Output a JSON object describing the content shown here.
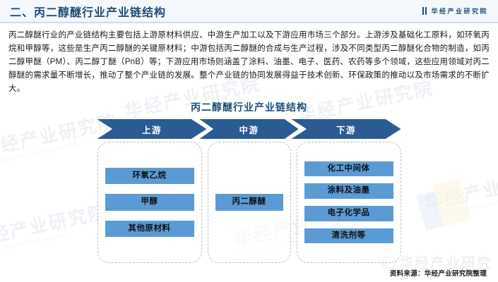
{
  "header": {
    "title": "二、丙二醇醚行业产业链结构",
    "brand": "华经产业研究院",
    "brand_icon": "bars-logo-icon"
  },
  "body": {
    "paragraph": "丙二醇醚行业的产业链结构主要包括上游原材料供应、中游生产加工以及下游应用市场三个部分。上游涉及基础化工原料，如环氧丙烷和甲醇等，这些是生产丙二醇醚的关键原材料；中游包括丙二醇醚的合成与生产过程，涉及不同类型丙二醇醚化合物的制造，如丙二醇甲醚（PM）、丙二醇丁醚（PnB）等；下游应用市场则涵盖了涂料、油墨、电子、医药、农药等多个领域，这些应用领域对丙二醇醚的需求量不断增长，推动了整个产业链的发展。整个产业链的协同发展得益于技术创新、环保政策的推动以及市场需求的不断扩大。"
  },
  "chart_data": {
    "type": "diagram",
    "title": "丙二醇醚行业产业链结构",
    "stages": [
      {
        "label": "上游",
        "nodes": [
          "环氧乙烷",
          "甲醇",
          "其他原材料"
        ]
      },
      {
        "label": "中游",
        "nodes": [
          "丙二醇醚"
        ]
      },
      {
        "label": "下游",
        "nodes": [
          "化工中间体",
          "涂料及油墨",
          "电子化学品",
          "清洗剂等"
        ]
      }
    ],
    "colors": {
      "stage_arrow": "#2a5b92",
      "node_fill": "#5b9bd5",
      "title": "#1f4e79",
      "container_border": "#b9bfc6"
    }
  },
  "footer": {
    "source": "资料来源：华经产业研究院整理"
  },
  "watermarks": {
    "main": "华经产业研究院",
    "pinyin": "HUAJING INDUSTRY RESEARCH",
    "short": "华经产业研究"
  }
}
